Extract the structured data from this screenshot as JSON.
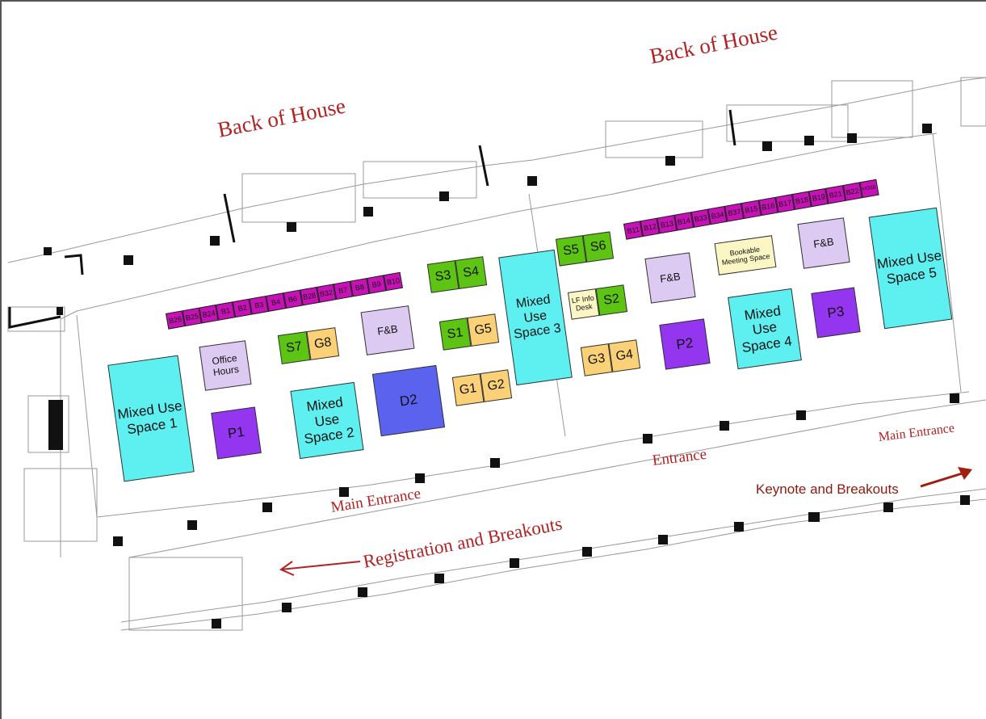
{
  "labels": {
    "back_of_house_left": "Back of House",
    "back_of_house_right": "Back of House",
    "main_entrance_left": "Main Entrance",
    "entrance_center": "Entrance",
    "main_entrance_right": "Main Entrance",
    "registration": "Registration and Breakouts",
    "keynote": "Keynote and Breakouts"
  },
  "spaces": {
    "mixed1": "Mixed Use Space 1",
    "mixed2": "Mixed Use Space 2",
    "mixed3": "Mixed Use Space 3",
    "mixed4": "Mixed Use Space 4",
    "mixed5": "Mixed Use Space 5",
    "office_hours": "Office Hours",
    "fb1": "F&B",
    "fb2": "F&B",
    "fb3": "F&B",
    "d2": "D2",
    "p1": "P1",
    "p2": "P2",
    "p3": "P3",
    "lf_info": "LF Info Desk",
    "bookable": "Bookable Meeting Space"
  },
  "pairs": {
    "s7": "S7",
    "g8": "G8",
    "s3": "S3",
    "s4": "S4",
    "s1": "S1",
    "g5": "G5",
    "g1": "G1",
    "g2": "G2",
    "s5": "S5",
    "s6": "S6",
    "s2": "S2",
    "g3": "G3",
    "g4": "G4"
  },
  "booth_strip_left": [
    "B26",
    "B25",
    "B24",
    "B1",
    "B2",
    "B3",
    "B4",
    "B6",
    "B28",
    "B32",
    "B7",
    "B8",
    "B9",
    "B10"
  ],
  "booth_strip_right": [
    "B11",
    "B12",
    "B13",
    "B14",
    "B33",
    "B34",
    "B37",
    "B15",
    "B16",
    "B17",
    "B18",
    "B19",
    "B21",
    "B22",
    "HOSE"
  ],
  "colors": {
    "label_red": "#b22222",
    "mixed_use": "#5ef0f0",
    "fb": "#ddcaf2",
    "p_booth": "#9435f0",
    "d_booth": "#5a62ee",
    "s_booth": "#5ec414",
    "g_booth": "#fad177",
    "b_booth": "#c611b6"
  },
  "icons": {
    "arrow_left": "arrow-left-icon",
    "arrow_right": "arrow-right-icon"
  }
}
